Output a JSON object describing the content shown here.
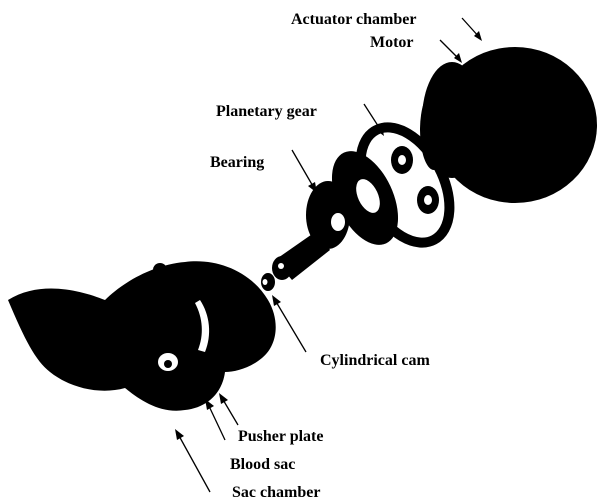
{
  "labels": {
    "actuator_chamber": "Actuator chamber",
    "motor": "Motor",
    "planetary_gear": "Planetary gear",
    "bearing": "Bearing",
    "cylindrical_cam": "Cylindrical cam",
    "pusher_plate": "Pusher plate",
    "blood_sac": "Blood sac",
    "sac_chamber": "Sac chamber"
  },
  "colors": {
    "part_fill": "#000000",
    "background": "#ffffff"
  }
}
